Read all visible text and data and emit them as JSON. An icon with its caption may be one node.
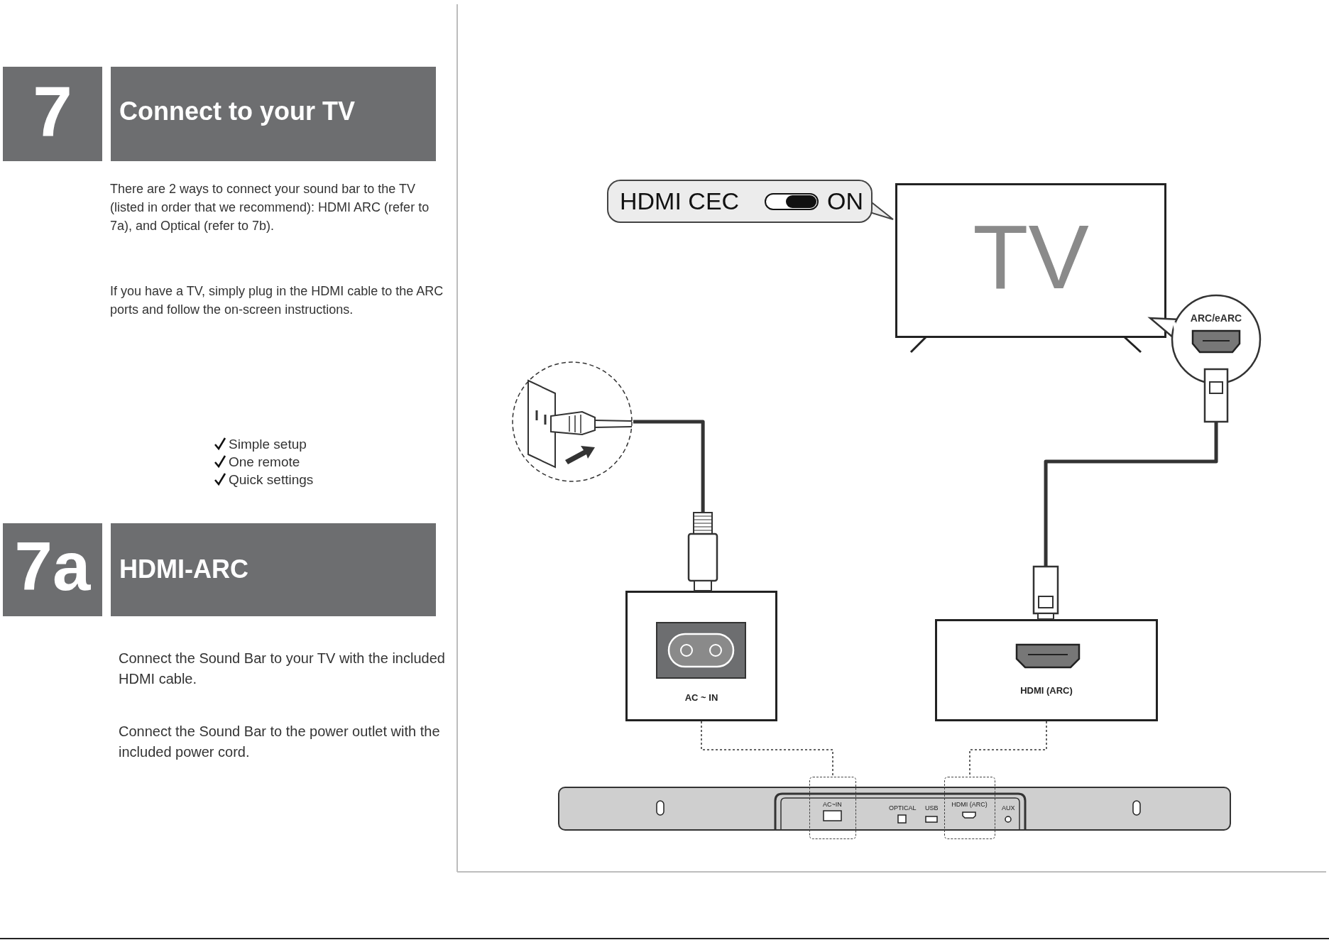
{
  "diagram": {
    "nodes": [
      {
        "text": [
          "7"
        ]
      },
      {
        "text": [
          "Connect to your TV"
        ]
      },
      {
        "text": [
          "7a"
        ]
      },
      {
        "text": [
          "HDMI-ARC"
        ]
      },
      {
        "text": [
          "HDMI CEC",
          "ON"
        ]
      },
      {
        "text": [
          "TV"
        ]
      },
      {
        "text": [
          "ARC/eARC"
        ]
      },
      {
        "text": [],
        "shape": "circle"
      },
      {
        "text": [
          "AC ~ IN"
        ]
      },
      {
        "text": [
          "HDMI (ARC)"
        ]
      },
      {
        "text": [
          "OPTICAL",
          "USB",
          "AUX"
        ]
      },
      {
        "text": [
          "AC~IN"
        ]
      },
      {
        "text": [
          "HDMI (ARC)"
        ]
      }
    ],
    "edges": [
      {
        "from": 7,
        "to": 8,
        "arrow": "other",
        "style": "thick"
      },
      {
        "from": 6,
        "to": 9,
        "arrow": "other",
        "style": "thick"
      },
      {
        "from": 8,
        "to": 11,
        "arrow": "none",
        "style": "dashed"
      },
      {
        "from": 9,
        "to": 12,
        "arrow": "none",
        "style": "dashed"
      }
    ],
    "labels": [
      "There are 2 ways to connect your sound bar to the TV (listed in order that we recommend): HDMI ARC (refer to 7a), and Optical (refer to 7b).",
      "If you have a TV, simply plug in the HDMI cable to the ARC ports and follow the on-screen instructions.",
      "Simple setup",
      "One remote",
      "Quick settings",
      "Connect the Sound Bar to your TV with the included HDMI cable.",
      "Connect the Sound Bar to the power outlet with the included power cord."
    ]
  }
}
